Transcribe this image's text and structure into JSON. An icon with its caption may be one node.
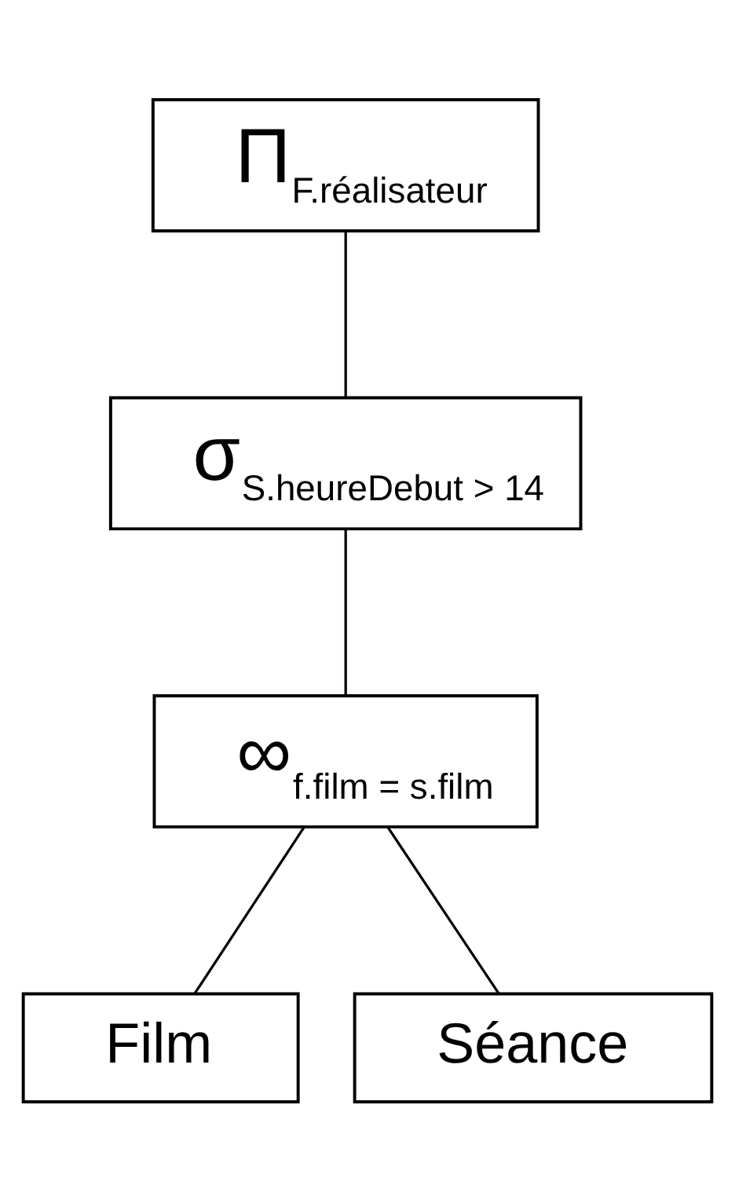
{
  "diagram": {
    "nodes": [
      {
        "text": [
          "Π$_{F.réalisateur}$"
        ]
      },
      {
        "text": [
          "σ$_{S.heureDebut > 14}$"
        ]
      },
      {
        "text": [
          "∞$_{f.film = s.film}$"
        ]
      },
      {
        "text": [
          "Film"
        ]
      },
      {
        "text": [
          "Séance"
        ]
      }
    ],
    "edges": [
      {
        "from": 0,
        "to": 1,
        "arrow": "none"
      },
      {
        "from": 1,
        "to": 2,
        "arrow": "none"
      },
      {
        "from": 2,
        "to": 3,
        "arrow": "none"
      },
      {
        "from": 2,
        "to": 4,
        "arrow": "none"
      }
    ]
  }
}
